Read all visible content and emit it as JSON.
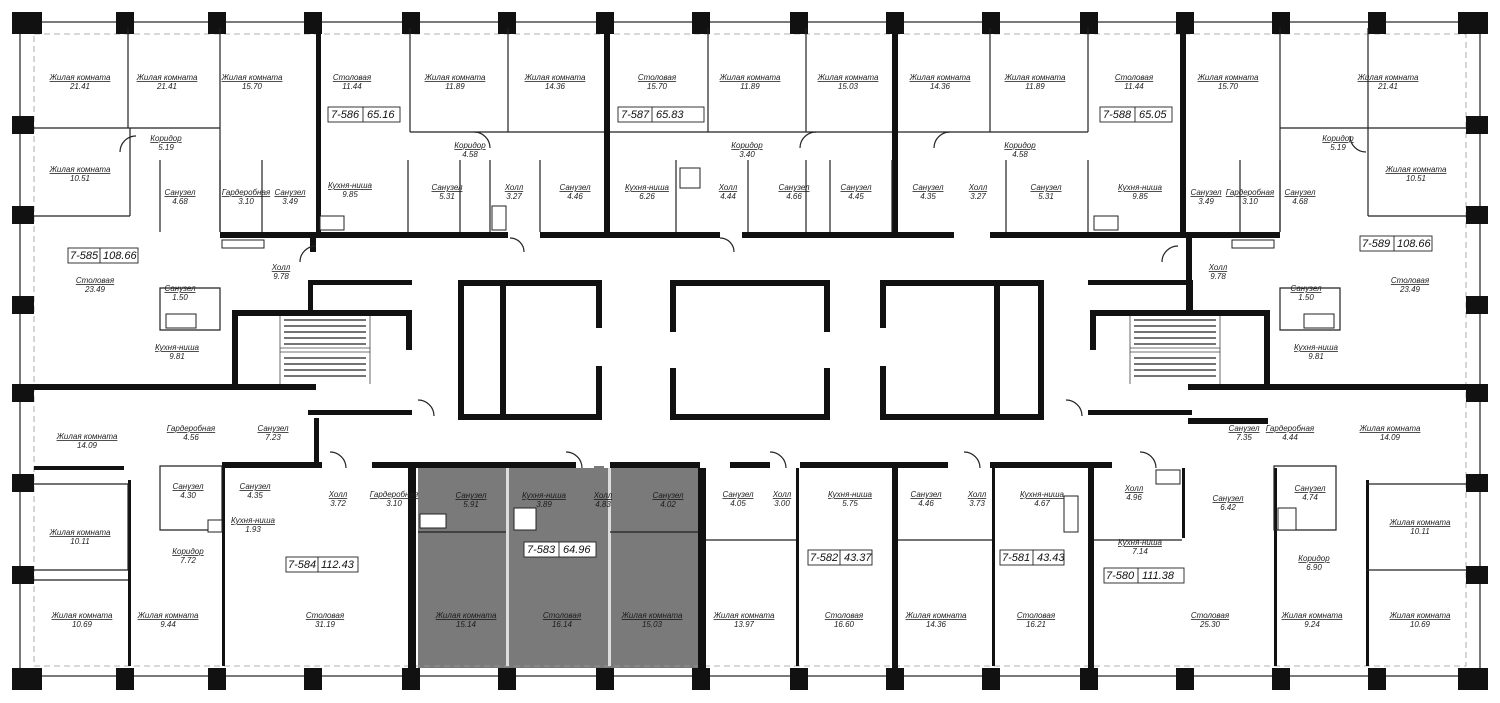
{
  "colors": {
    "wall": "#111111",
    "highlight": "#7a7a7a",
    "background": "#ffffff"
  },
  "apartments": [
    {
      "id": "7-586",
      "area": "65.16"
    },
    {
      "id": "7-587",
      "area": "65.83"
    },
    {
      "id": "7-588",
      "area": "65.05"
    },
    {
      "id": "7-585",
      "area": "108.66"
    },
    {
      "id": "7-589",
      "area": "108.66"
    },
    {
      "id": "7-584",
      "area": "112.43"
    },
    {
      "id": "7-583",
      "area": "64.96",
      "highlighted": true
    },
    {
      "id": "7-582",
      "area": "43.37"
    },
    {
      "id": "7-581",
      "area": "43.43"
    },
    {
      "id": "7-580",
      "area": "111.38"
    }
  ],
  "rooms": [
    {
      "name": "Жилая комната",
      "area": "21.41"
    },
    {
      "name": "Жилая комната",
      "area": "21.41"
    },
    {
      "name": "Жилая комната",
      "area": "15.70"
    },
    {
      "name": "Столовая",
      "area": "11.44"
    },
    {
      "name": "Жилая комната",
      "area": "11.89"
    },
    {
      "name": "Жилая комната",
      "area": "14.36"
    },
    {
      "name": "Столовая",
      "area": "15.70"
    },
    {
      "name": "Жилая комната",
      "area": "11.89"
    },
    {
      "name": "Жилая комната",
      "area": "15.03"
    },
    {
      "name": "Жилая комната",
      "area": "14.36"
    },
    {
      "name": "Жилая комната",
      "area": "11.89"
    },
    {
      "name": "Столовая",
      "area": "11.44"
    },
    {
      "name": "Жилая комната",
      "area": "15.70"
    },
    {
      "name": "Жилая комната",
      "area": "21.41"
    },
    {
      "name": "Коридор",
      "area": "5.19"
    },
    {
      "name": "Коридор",
      "area": "4.58"
    },
    {
      "name": "Коридор",
      "area": "3.40"
    },
    {
      "name": "Коридор",
      "area": "4.58"
    },
    {
      "name": "Коридор",
      "area": "5.19"
    },
    {
      "name": "Жилая комната",
      "area": "10.51"
    },
    {
      "name": "Санузел",
      "area": "4.68"
    },
    {
      "name": "Гардеробная",
      "area": "3.10"
    },
    {
      "name": "Санузел",
      "area": "3.49"
    },
    {
      "name": "Кухня-ниша",
      "area": "9.85"
    },
    {
      "name": "Санузел",
      "area": "5.31"
    },
    {
      "name": "Холл",
      "area": "3.27"
    },
    {
      "name": "Санузел",
      "area": "4.46"
    },
    {
      "name": "Кухня-ниша",
      "area": "6.26"
    },
    {
      "name": "Холл",
      "area": "4.44"
    },
    {
      "name": "Санузел",
      "area": "4.66"
    },
    {
      "name": "Санузел",
      "area": "4.45"
    },
    {
      "name": "Санузел",
      "area": "4.35"
    },
    {
      "name": "Холл",
      "area": "3.27"
    },
    {
      "name": "Санузел",
      "area": "5.31"
    },
    {
      "name": "Кухня-ниша",
      "area": "9.85"
    },
    {
      "name": "Санузел",
      "area": "3.49"
    },
    {
      "name": "Гардеробная",
      "area": "3.10"
    },
    {
      "name": "Санузел",
      "area": "4.68"
    },
    {
      "name": "Жилая комната",
      "area": "10.51"
    },
    {
      "name": "Столовая",
      "area": "23.49"
    },
    {
      "name": "Холл",
      "area": "9.78"
    },
    {
      "name": "Санузел",
      "area": "1.50"
    },
    {
      "name": "Кухня-ниша",
      "area": "9.81"
    },
    {
      "name": "Холл",
      "area": "9.78"
    },
    {
      "name": "Санузел",
      "area": "1.50"
    },
    {
      "name": "Столовая",
      "area": "23.49"
    },
    {
      "name": "Кухня-ниша",
      "area": "9.81"
    },
    {
      "name": "Жилая комната",
      "area": "14.09"
    },
    {
      "name": "Гардеробная",
      "area": "4.56"
    },
    {
      "name": "Санузел",
      "area": "7.23"
    },
    {
      "name": "Санузел",
      "area": "7.35"
    },
    {
      "name": "Гардеробная",
      "area": "4.44"
    },
    {
      "name": "Жилая комната",
      "area": "14.09"
    },
    {
      "name": "Санузел",
      "area": "4.30"
    },
    {
      "name": "Санузел",
      "area": "4.35"
    },
    {
      "name": "Холл",
      "area": "3.72"
    },
    {
      "name": "Гардеробная",
      "area": "3.10"
    },
    {
      "name": "Кухня-ниша",
      "area": "1.93"
    },
    {
      "name": "Жилая комната",
      "area": "10.11"
    },
    {
      "name": "Коридор",
      "area": "7.72"
    },
    {
      "name": "Жилая комната",
      "area": "10.69"
    },
    {
      "name": "Жилая комната",
      "area": "9.44"
    },
    {
      "name": "Столовая",
      "area": "31.19"
    },
    {
      "name": "Санузел",
      "area": "5.91",
      "hl": true
    },
    {
      "name": "Кухня-ниша",
      "area": "3.89",
      "hl": true
    },
    {
      "name": "Холл",
      "area": "4.83",
      "hl": true
    },
    {
      "name": "Санузел",
      "area": "4.02",
      "hl": true
    },
    {
      "name": "Жилая комната",
      "area": "15.14",
      "hl": true
    },
    {
      "name": "Столовая",
      "area": "16.14",
      "hl": true
    },
    {
      "name": "Жилая комната",
      "area": "15.03",
      "hl": true
    },
    {
      "name": "Санузел",
      "area": "4.05"
    },
    {
      "name": "Холл",
      "area": "3.00"
    },
    {
      "name": "Кухня-ниша",
      "area": "5.75"
    },
    {
      "name": "Жилая комната",
      "area": "13.97"
    },
    {
      "name": "Столовая",
      "area": "16.60"
    },
    {
      "name": "Санузел",
      "area": "4.46"
    },
    {
      "name": "Холл",
      "area": "3.73"
    },
    {
      "name": "Кухня-ниша",
      "area": "4.67"
    },
    {
      "name": "Жилая комната",
      "area": "14.36"
    },
    {
      "name": "Столовая",
      "area": "16.21"
    },
    {
      "name": "Холл",
      "area": "4.96"
    },
    {
      "name": "Санузел",
      "area": "6.42"
    },
    {
      "name": "Кухня-ниша",
      "area": "7.14"
    },
    {
      "name": "Столовая",
      "area": "25.30"
    },
    {
      "name": "Санузел",
      "area": "4.74"
    },
    {
      "name": "Жилая комната",
      "area": "10.11"
    },
    {
      "name": "Коридор",
      "area": "6.90"
    },
    {
      "name": "Жилая комната",
      "area": "9.24"
    },
    {
      "name": "Жилая комната",
      "area": "10.69"
    }
  ]
}
